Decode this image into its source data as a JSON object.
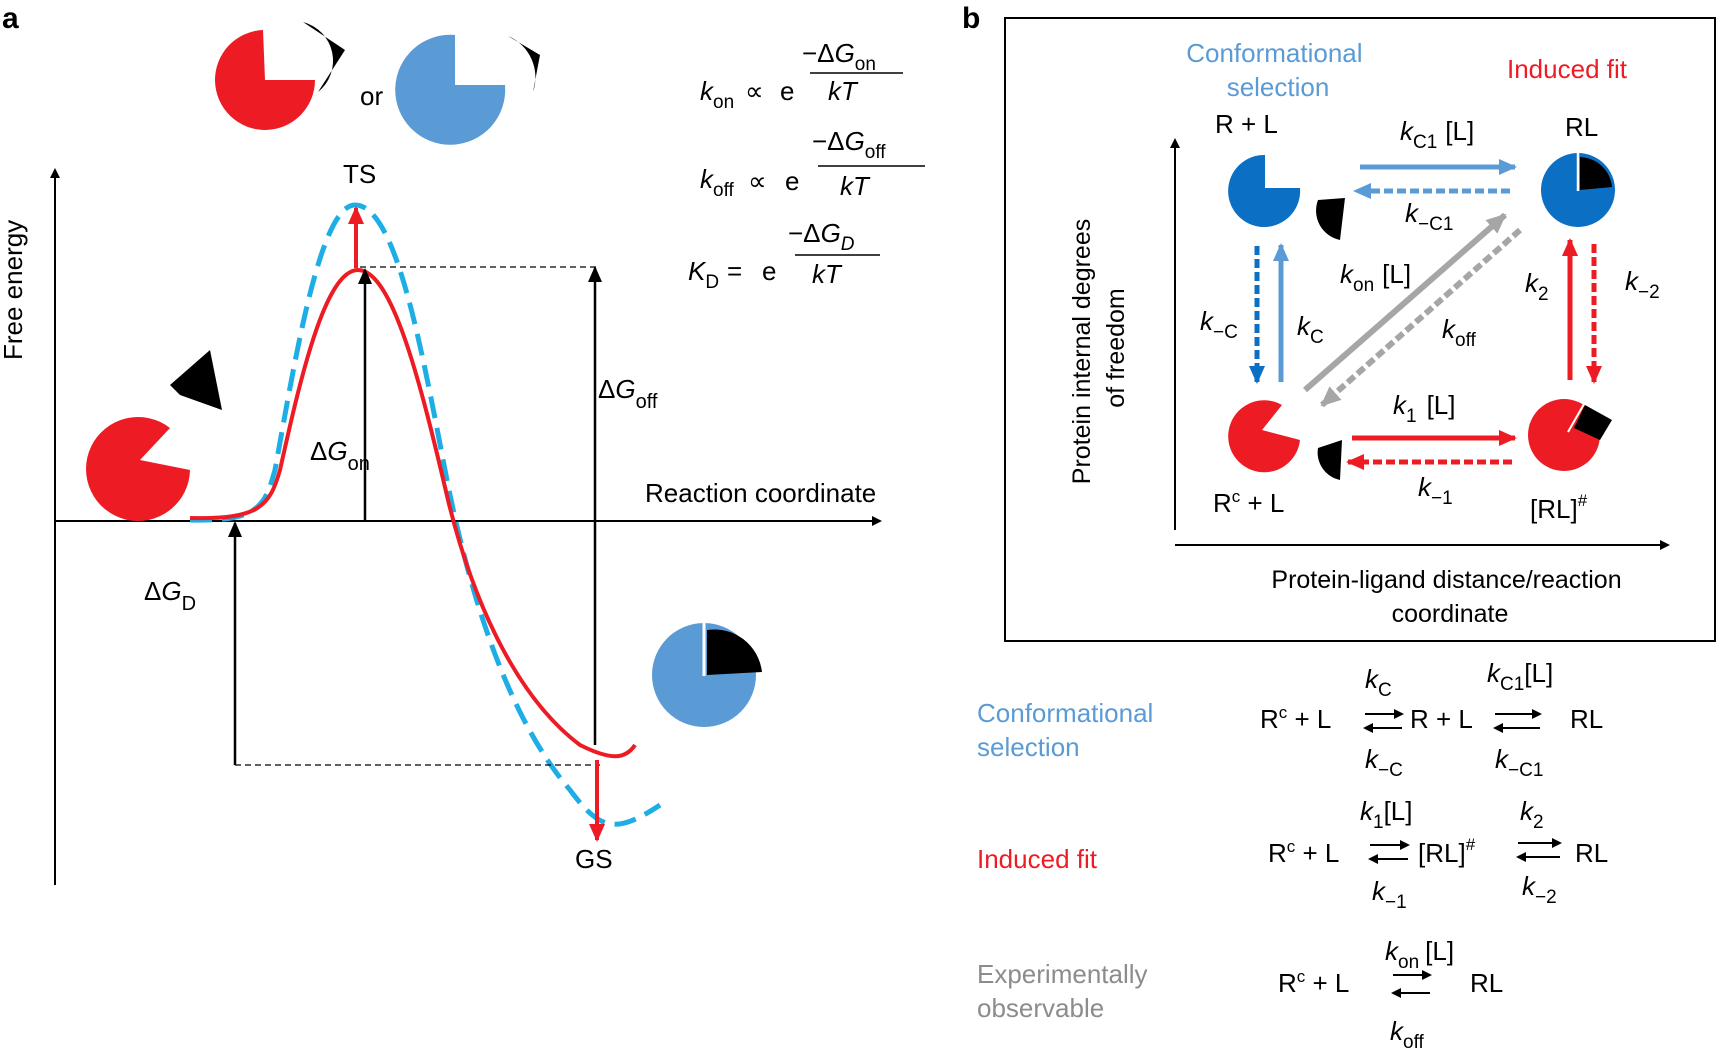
{
  "colors": {
    "red": "#ed1c24",
    "light_blue": "#5b9bd5",
    "dark_blue": "#0b6fc4",
    "cyan_dash": "#1eaee6",
    "grey": "#a6a6a6",
    "black": "#000000"
  },
  "panel_a": {
    "label": "a",
    "or_text": "or",
    "y_axis_label": "Free energy",
    "x_axis_label": "Reaction coordinate",
    "ts_label": "TS",
    "gs_label": "GS",
    "delta": "Δ",
    "minus_delta": "−Δ",
    "G": "G",
    "sub_on": "on",
    "sub_off": "off",
    "sub_D": "D",
    "k": "k",
    "K": "K",
    "proportional": "∝",
    "e": "e",
    "kT": "kT",
    "equals": "="
  },
  "panel_b": {
    "label": "b",
    "conformational": "Conformational",
    "selection": "selection",
    "induced_fit": "Induced fit",
    "r_plus_l": "R + L",
    "rl": "RL",
    "rc": "R",
    "c_sup": "c",
    "plus_l": " + L",
    "rl_hash": "[RL]",
    "hash": "#",
    "y_axis_line1": "Protein internal degrees",
    "y_axis_line2": "of freedom",
    "x_axis_line1": "Protein-ligand distance/reaction",
    "x_axis_line2": "coordinate",
    "k": "k",
    "L": "[L]",
    "sub_C1": "C1",
    "sub_mC1": "−C1",
    "sub_C": "C",
    "sub_mC": "−C",
    "sub_on": "on",
    "sub_off": "off",
    "sub_2": "2",
    "sub_m2": "−2",
    "sub_1": "1",
    "sub_m1": "−1"
  },
  "schemes": {
    "conformational_line1": "Conformational",
    "conformational_line2": "selection",
    "induced_fit": "Induced fit",
    "experimental_line1": "Experimentally",
    "experimental_line2": "observable",
    "rc": "R",
    "c_sup": "c",
    "plus_l": " + L",
    "r_plus_l": "R + L",
    "rl": "RL",
    "rl_hash": "[RL]",
    "hash": "#"
  }
}
